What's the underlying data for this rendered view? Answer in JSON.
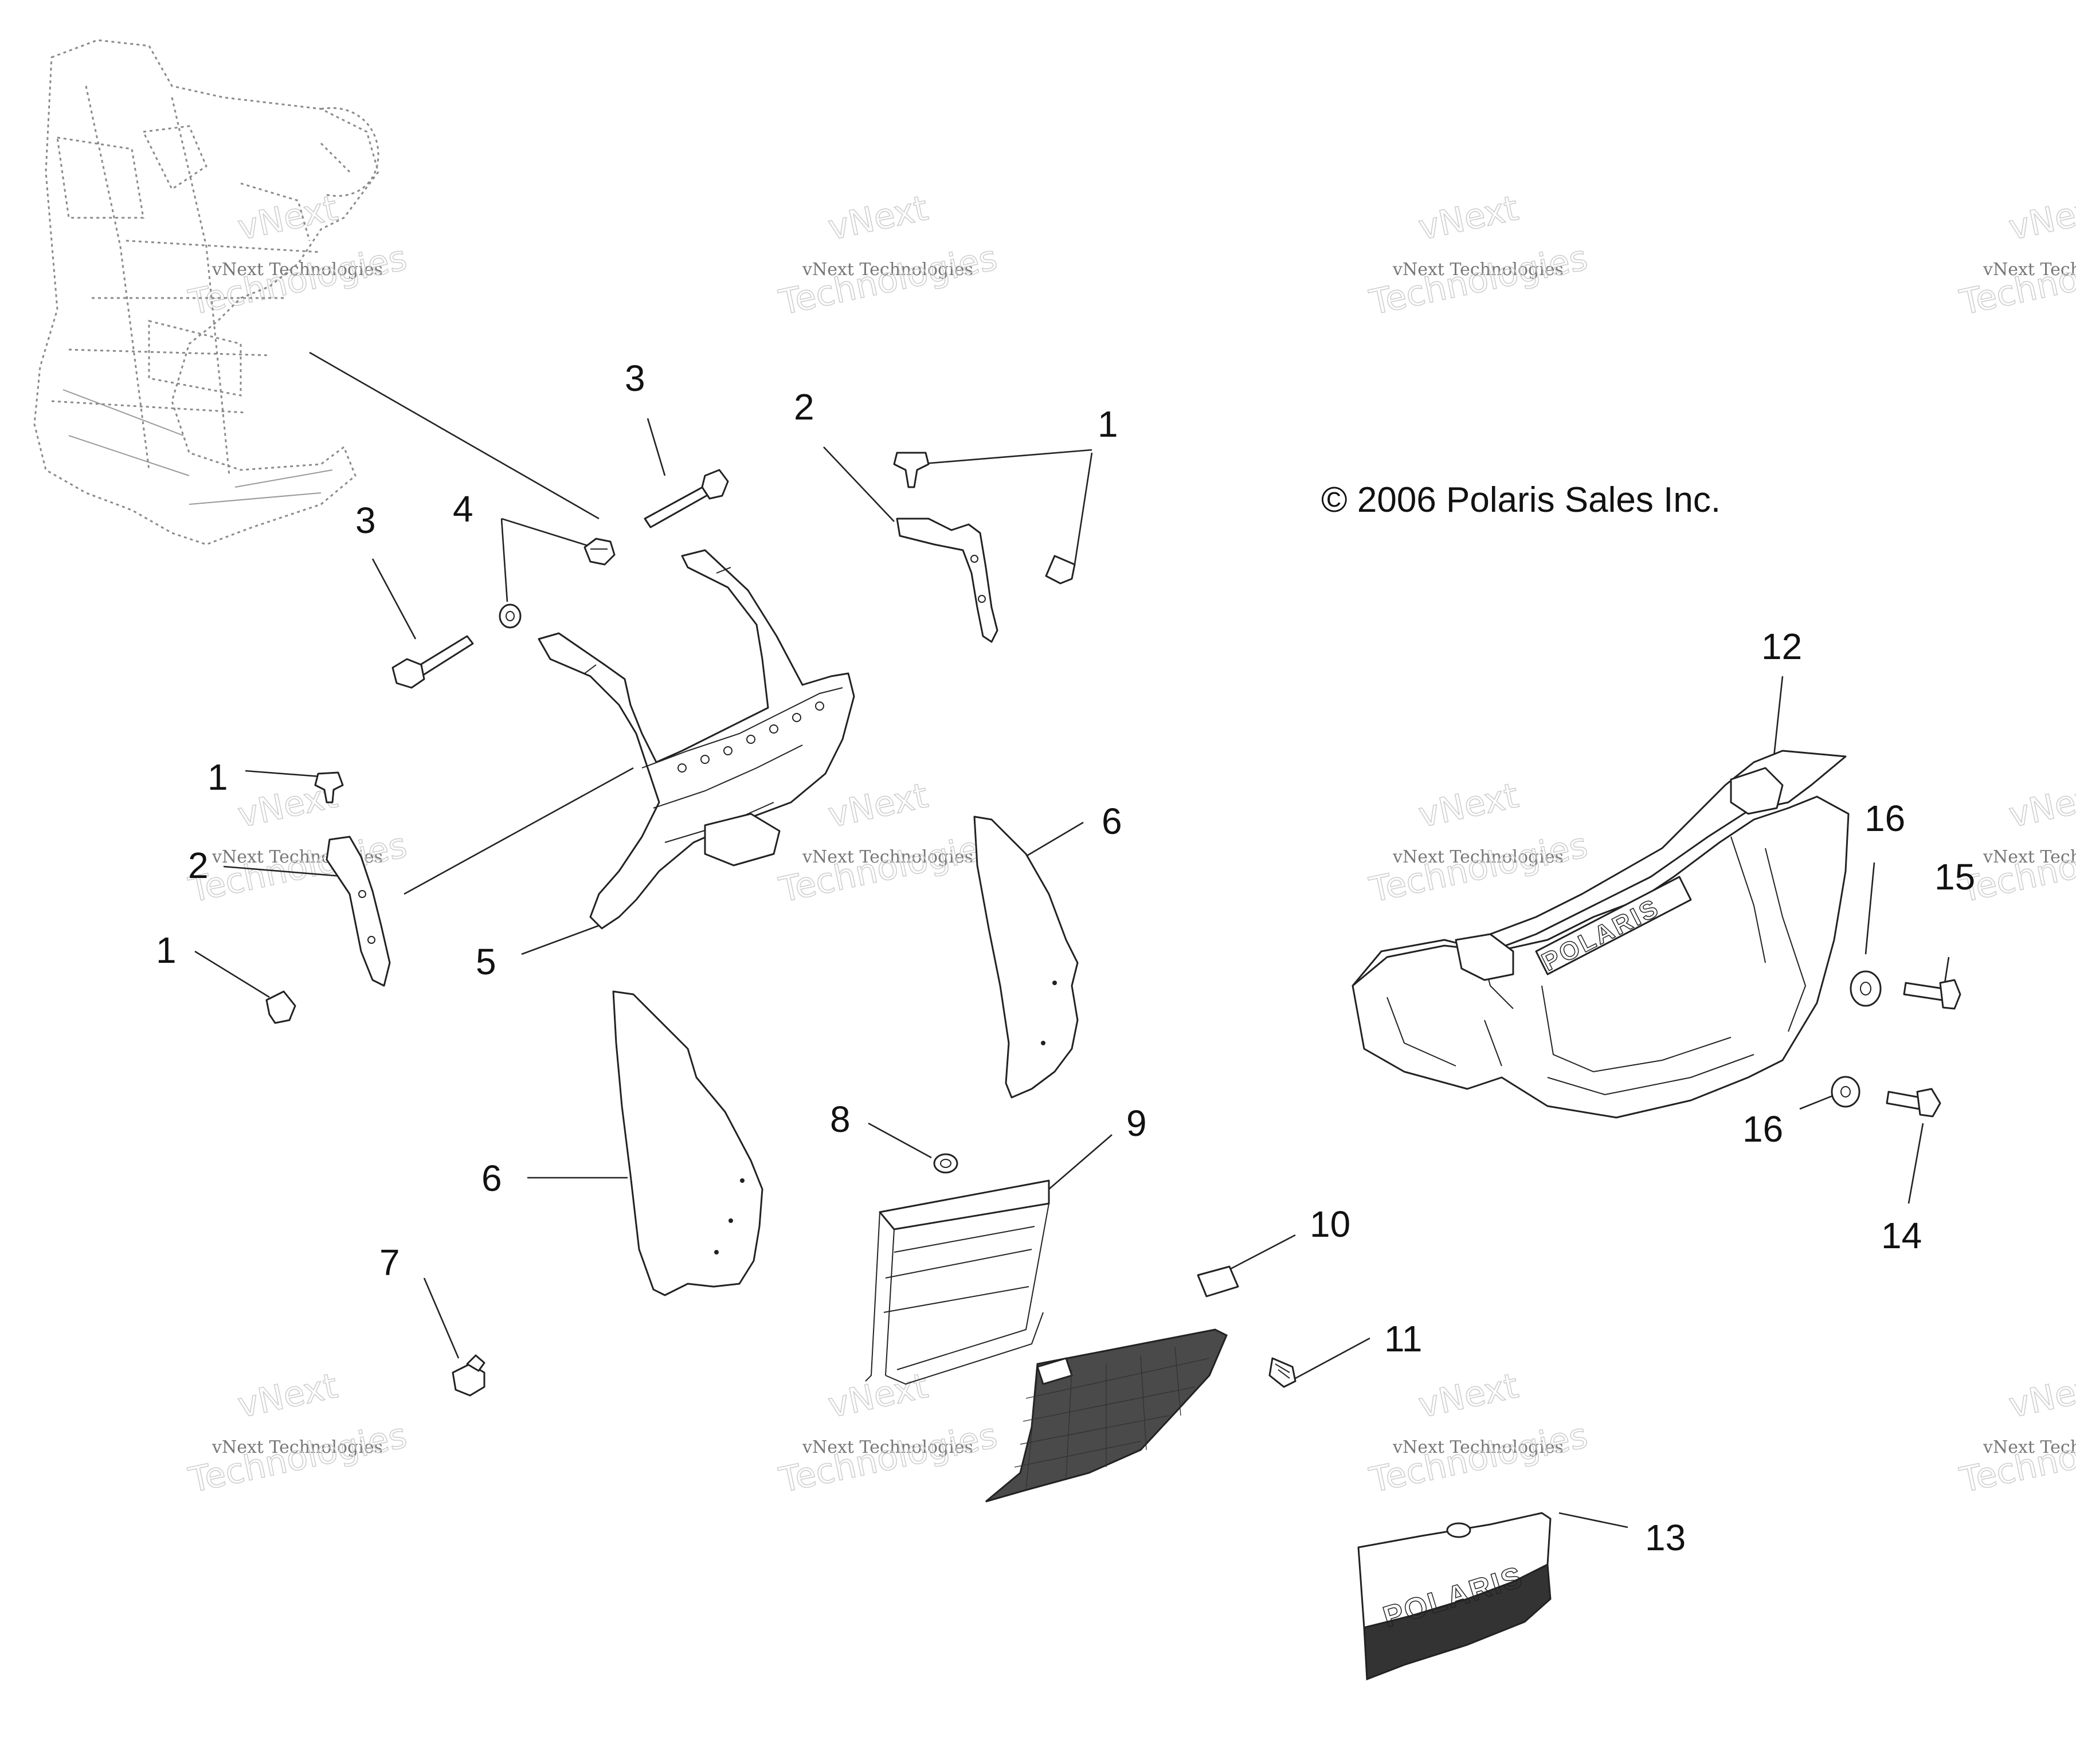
{
  "copyright": "© 2006 Polaris Sales Inc.",
  "watermark": {
    "line1": "vNext Technologies",
    "big_line1": "vNext",
    "big_line2": "Technologies"
  },
  "logo_text": "POLARIS",
  "callouts": {
    "c1a": "1",
    "c1b": "1",
    "c1c": "1",
    "c2a": "2",
    "c2b": "2",
    "c3a": "3",
    "c3b": "3",
    "c4": "4",
    "c5": "5",
    "c6a": "6",
    "c6b": "6",
    "c7": "7",
    "c8": "8",
    "c9": "9",
    "c10": "10",
    "c11": "11",
    "c12": "12",
    "c13": "13",
    "c14": "14",
    "c15": "15",
    "c16a": "16",
    "c16b": "16"
  }
}
